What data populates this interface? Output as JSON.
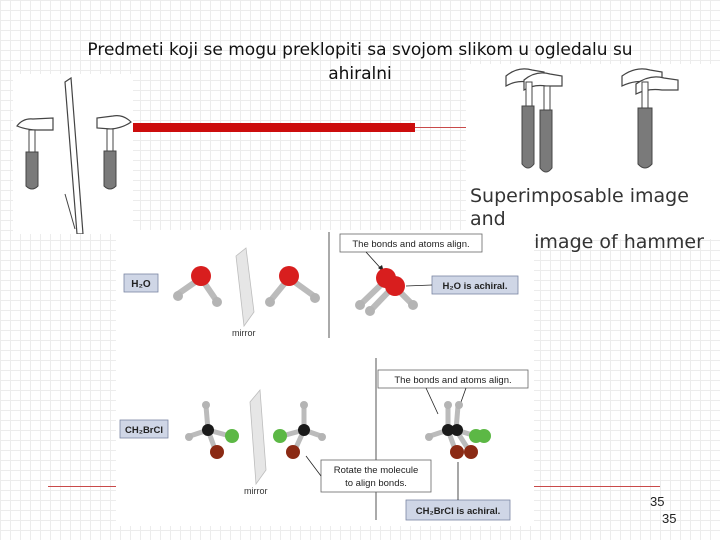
{
  "slide": {
    "title_line1": "Predmeti koji se mogu preklopiti sa svojom slikom u ogledalu su",
    "title_line2": "ahiralni",
    "page_number_1": "35",
    "page_number_2": "35"
  },
  "hammer_caption": {
    "line1": "Superimposable image and",
    "line2": "mirror image of hammer"
  },
  "figure": {
    "h2o_label": "H₂O",
    "mirror_label_top": "mirror",
    "bonds_align_top": "The bonds and atoms align.",
    "h2o_achiral": "H₂O is achiral.",
    "ch2brcl_label": "CH₂BrCl",
    "mirror_label_bottom": "mirror",
    "bonds_align_bottom": "The bonds and atoms align.",
    "rotate_line1": "Rotate the molecule",
    "rotate_line2": "to align bonds.",
    "ch2brcl_achiral": "CH₂BrCl is achiral."
  },
  "colors": {
    "accent_red": "#cc0d0d",
    "oxygen": "#d81e1e",
    "hydrogen": "#b4b4b4",
    "carbon": "#1a1a1a",
    "bromine": "#8b2a14",
    "chlorine": "#5cb845",
    "label_box": "#cfd6e6"
  }
}
